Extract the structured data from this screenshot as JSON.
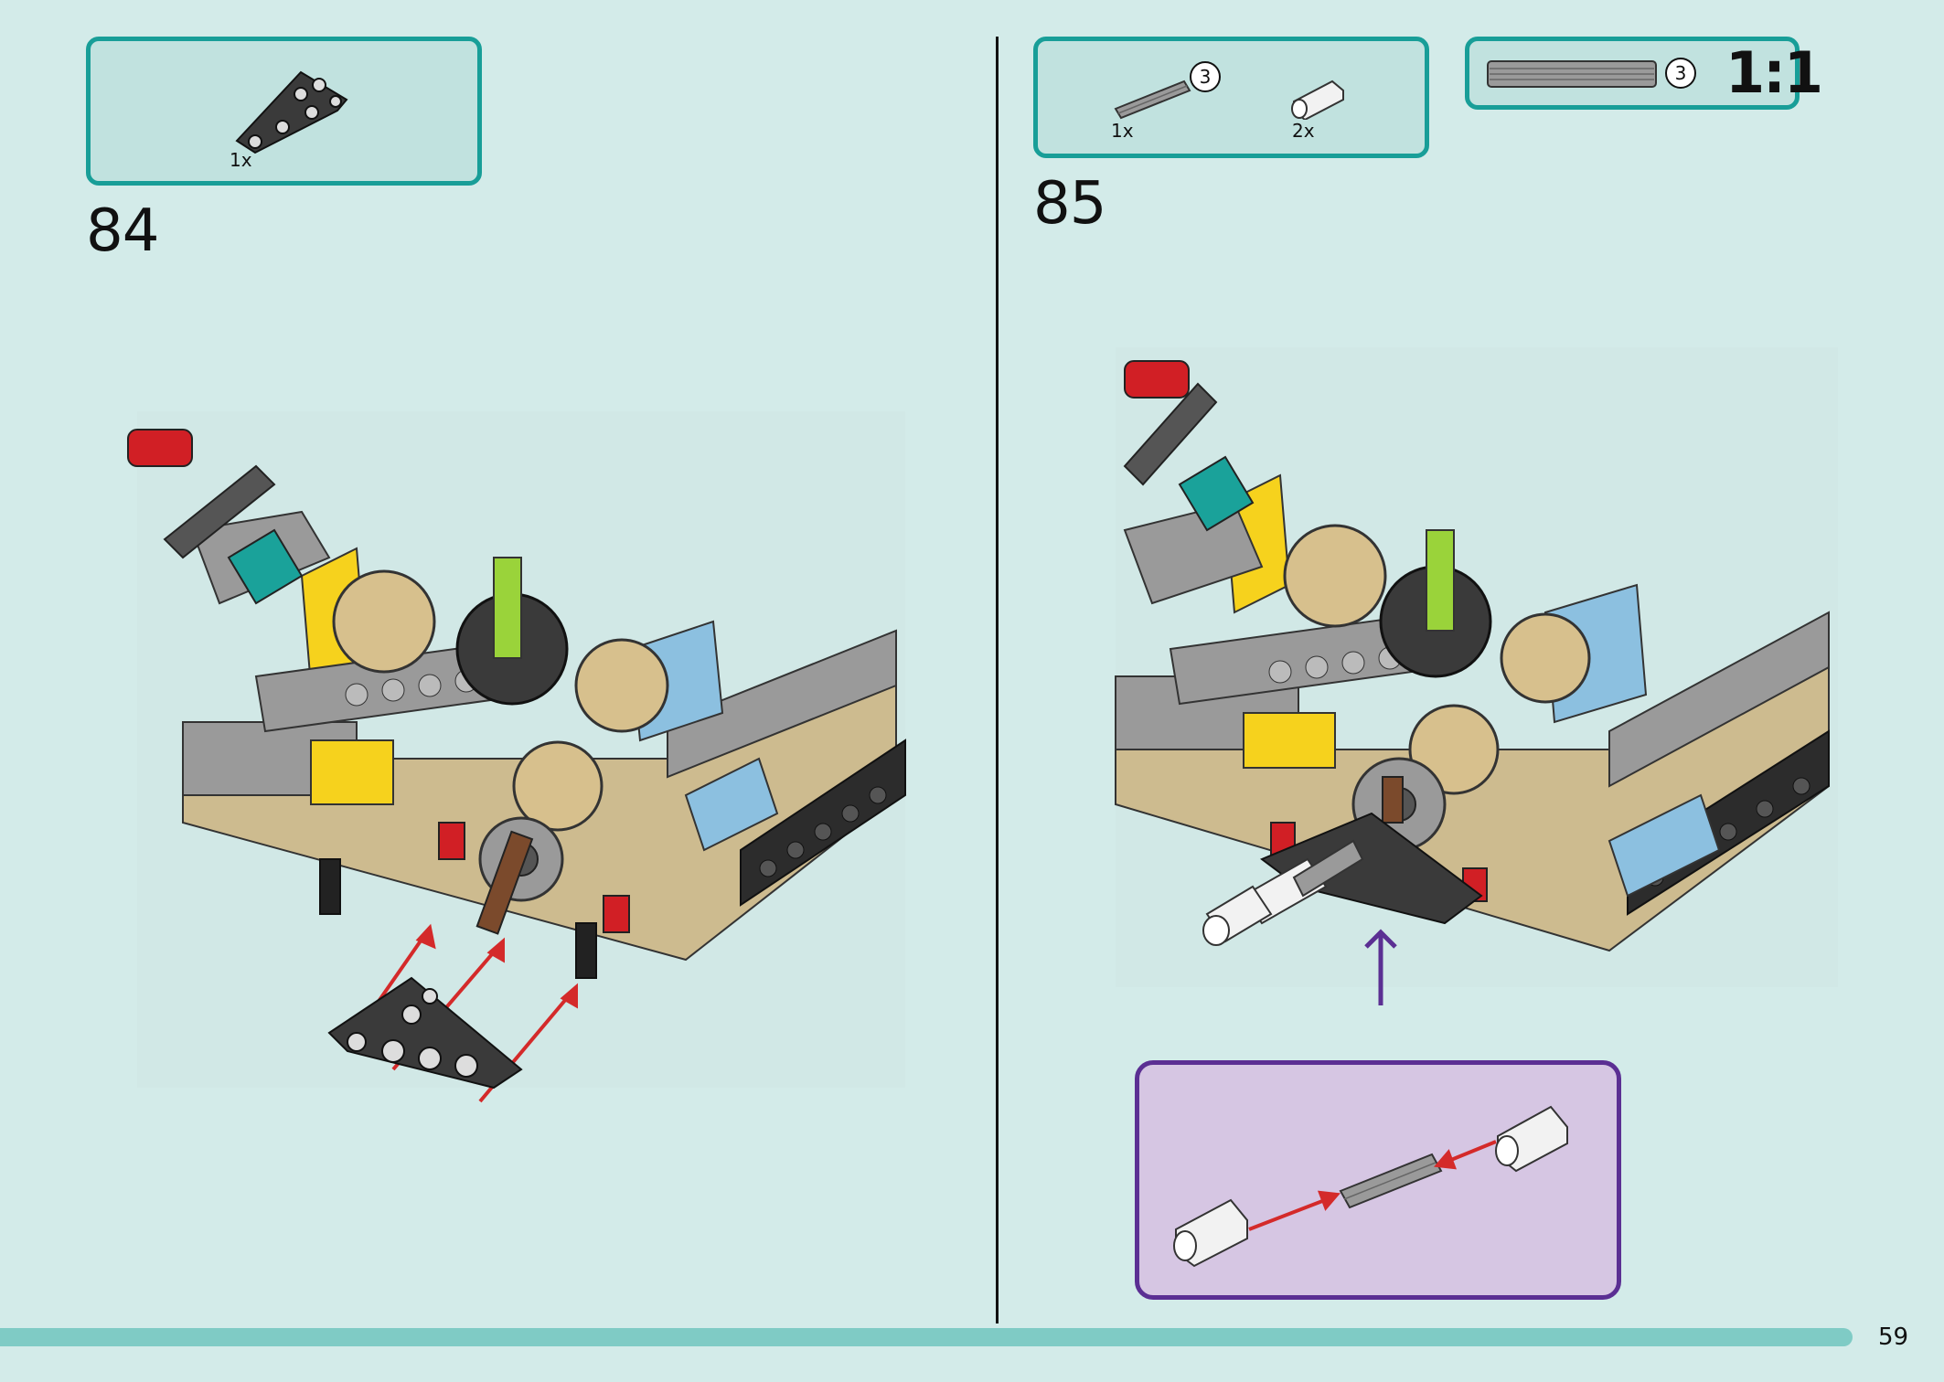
{
  "step84": {
    "number": "84",
    "parts": [
      {
        "quantity": "1x",
        "part": "triangle-liftarm-part"
      }
    ]
  },
  "step85": {
    "number": "85",
    "parts": [
      {
        "quantity": "1x",
        "part": "axle-part",
        "length": "3"
      },
      {
        "quantity": "2x",
        "part": "axle-connector-part"
      }
    ],
    "scale_callout": {
      "length": "3",
      "label": "1:1"
    }
  },
  "page": {
    "number": "59"
  },
  "colors": {
    "background": "#d3ebe9",
    "box_border": "#189e98",
    "sub_assembly_border": "#5b2f93",
    "arrow": "#d42a2a",
    "footer_bar": "#7fcbc5"
  }
}
